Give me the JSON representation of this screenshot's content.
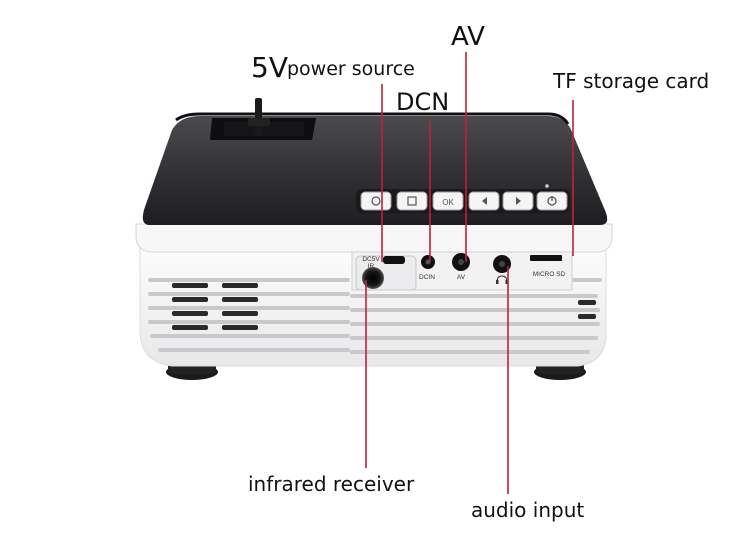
{
  "labels": {
    "power_number": "5V",
    "power_text": "power source",
    "dcn": "DCN",
    "av": "AV",
    "tf_card": "TF storage card",
    "infrared": "infrared receiver",
    "audio": "audio input"
  },
  "device_markings": {
    "dc5v": "DC5V",
    "ir": "IR",
    "dcin": "DCIN",
    "av": "AV",
    "micro_sd": "MICRO  SD"
  },
  "colors": {
    "callout_line": "#c0203a",
    "top_panel": "#3a3a3e",
    "body_white": "#f4f4f4"
  }
}
